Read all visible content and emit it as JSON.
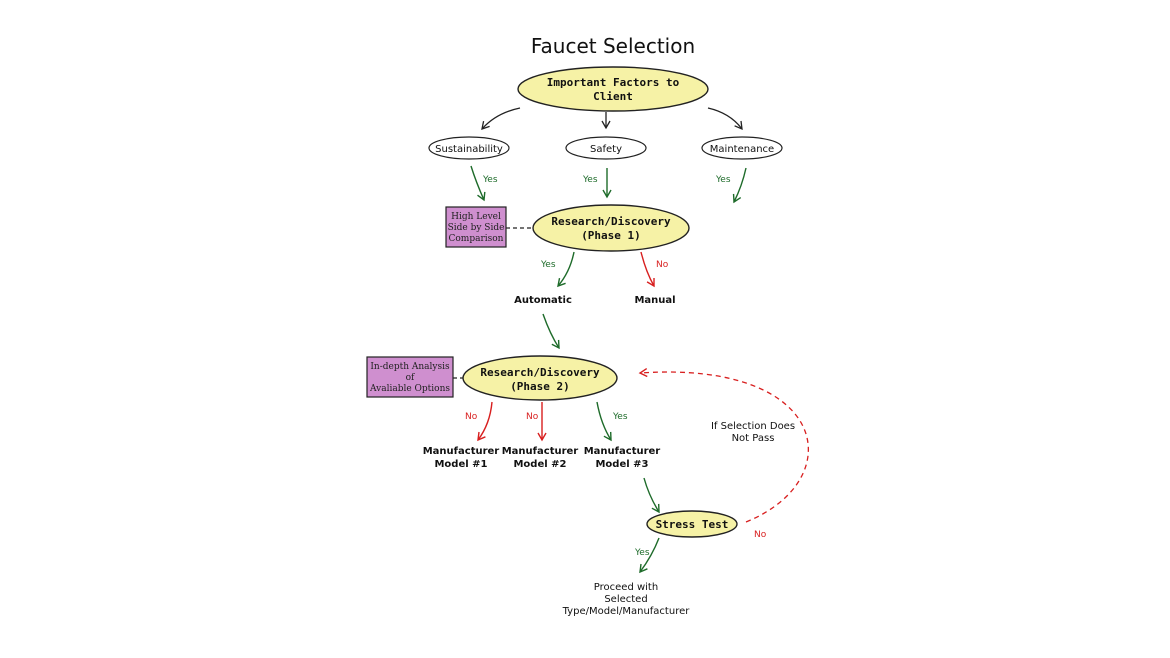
{
  "title": "Faucet Selection",
  "nodes": {
    "important_factors": [
      "Important Factors to",
      "Client"
    ],
    "sustainability": "Sustainability",
    "safety": "Safety",
    "maintenance": "Maintenance",
    "research_phase1": [
      "Research/Discovery",
      "(Phase 1)"
    ],
    "high_level_box": [
      "High Level",
      "Side by Side",
      "Comparison"
    ],
    "automatic": "Automatic",
    "manual": "Manual",
    "research_phase2": [
      "Research/Discovery",
      "(Phase 2)"
    ],
    "indepth_box": [
      "In-depth Analysis",
      "of",
      "Avaliable Options"
    ],
    "model1": [
      "Manufacturer",
      "Model #1"
    ],
    "model2": [
      "Manufacturer",
      "Model #2"
    ],
    "model3": [
      "Manufacturer",
      "Model #3"
    ],
    "stress_test": "Stress Test",
    "proceed": [
      "Proceed with",
      "Selected",
      "Type/Model/Manufacturer"
    ],
    "loop_note": [
      "If Selection Does",
      "Not Pass"
    ]
  },
  "edge_labels": {
    "yes": "Yes",
    "no": "No"
  },
  "colors": {
    "node_fill": "#f6f2a6",
    "box_fill": "#cf8fcf",
    "yes_arrow": "#1e6b2a",
    "no_arrow": "#d81f1f"
  }
}
